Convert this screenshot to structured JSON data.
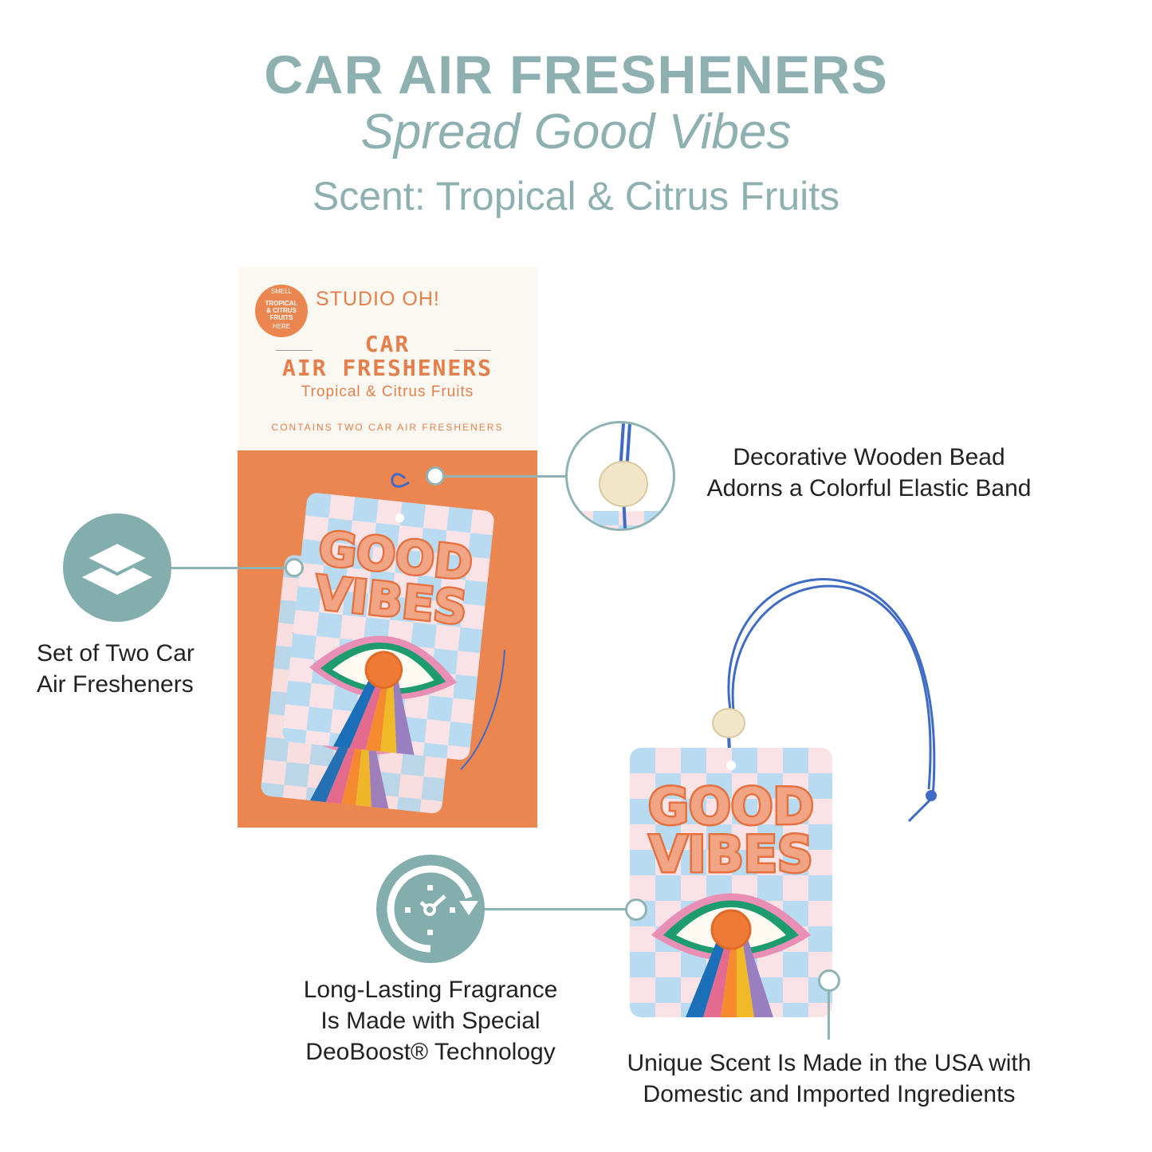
{
  "header": {
    "title": "CAR AIR FRESHENERS",
    "subtitle": "Spread Good Vibes",
    "scent": "Scent: Tropical & Citrus Fruits"
  },
  "package": {
    "badge": [
      "SMELL",
      "TROPICAL",
      "& CITRUS",
      "FRUITS",
      "HERE"
    ],
    "brand": "STUDIO OH!",
    "product_line1": "CAR",
    "product_line2": "AIR FRESHENERS",
    "scent": "Tropical & Citrus Fruits",
    "contents": "CONTAINS TWO CAR AIR FRESHENERS"
  },
  "freshener_art": {
    "line1": "GOOD",
    "line2": "VIBES"
  },
  "features": [
    {
      "icon": "layers-icon",
      "line1": "Set of Two Car",
      "line2": "Air Fresheners"
    },
    {
      "icon": "bead-closeup",
      "line1": "Decorative Wooden Bead",
      "line2": "Adorns a Colorful Elastic Band"
    },
    {
      "icon": "clock-refresh-icon",
      "line1": "Long-Lasting Fragrance",
      "line2": "Is Made with Special",
      "line3": "DeoBoost® Technology"
    },
    {
      "icon": "none",
      "line1": "Unique Scent Is Made in the USA with",
      "line2": "Domestic and Imported Ingredients"
    }
  ],
  "colors": {
    "teal": "#8eb0b1",
    "orange": "#ec8650",
    "text": "#222222"
  }
}
